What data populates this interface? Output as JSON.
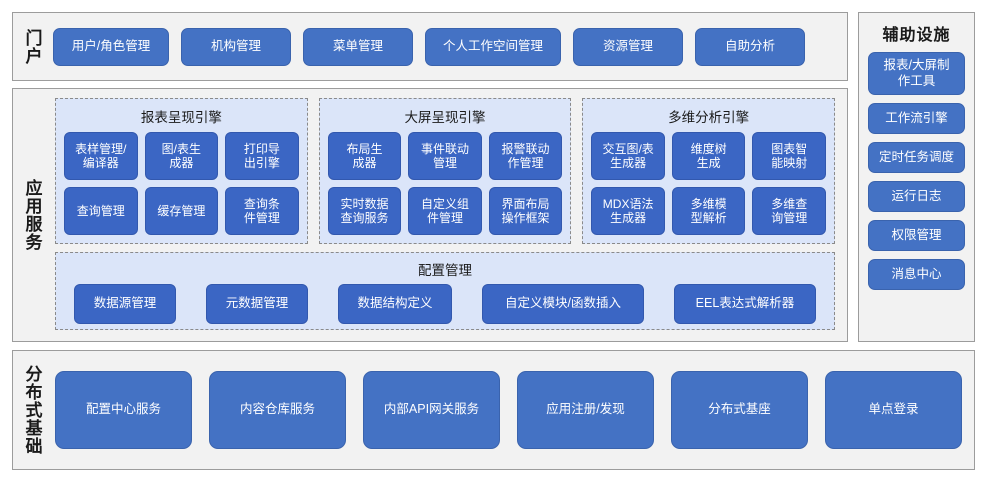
{
  "portal": {
    "label": "门户",
    "items": [
      {
        "label": "用户/角色管理",
        "width": 116
      },
      {
        "label": "机构管理",
        "width": 110
      },
      {
        "label": "菜单管理",
        "width": 110
      },
      {
        "label": "个人工作空间管理",
        "width": 136
      },
      {
        "label": "资源管理",
        "width": 110
      },
      {
        "label": "自助分析",
        "width": 110
      }
    ]
  },
  "aux": {
    "title": "辅助设施",
    "items": [
      {
        "label": "报表/大屏制\n作工具",
        "size": "tall"
      },
      {
        "label": "工作流引擎",
        "size": "short"
      },
      {
        "label": "定时任务调度",
        "size": "short"
      },
      {
        "label": "运行日志",
        "size": "short"
      },
      {
        "label": "权限管理",
        "size": "short"
      },
      {
        "label": "消息中心",
        "size": "short"
      }
    ]
  },
  "app_services": {
    "label": "应用服务",
    "engines": [
      {
        "title": "报表呈现引擎",
        "items": [
          "表样管理/\n编译器",
          "图/表生\n成器",
          "打印导\n出引擎",
          "查询管理",
          "缓存管理",
          "查询条\n件管理"
        ]
      },
      {
        "title": "大屏呈现引擎",
        "items": [
          "布局生\n成器",
          "事件联动\n管理",
          "报警联动\n作管理",
          "实时数据\n查询服务",
          "自定义组\n件管理",
          "界面布局\n操作框架"
        ]
      },
      {
        "title": "多维分析引擎",
        "items": [
          "交互图/表\n生成器",
          "维度树\n生成",
          "图表智\n能映射",
          "MDX语法\n生成器",
          "多维模\n型解析",
          "多维查\n询管理"
        ]
      }
    ],
    "config": {
      "title": "配置管理",
      "items": [
        {
          "label": "数据源管理",
          "width": 102
        },
        {
          "label": "元数据管理",
          "width": 102
        },
        {
          "label": "数据结构定义",
          "width": 114
        },
        {
          "label": "自定义模块/函数插入",
          "width": 162
        },
        {
          "label": "EEL表达式解析器",
          "width": 142
        }
      ]
    }
  },
  "distributed_base": {
    "label": "分布式基础",
    "items": [
      "配置中心服务",
      "内容仓库服务",
      "内部API网关服务",
      "应用注册/发现",
      "分布式基座",
      "单点登录"
    ]
  },
  "colors": {
    "button_fill": "#4472c4",
    "button_fill_deep": "#3b66c4",
    "panel_fill": "#dbe5f9",
    "section_fill": "#f2f2f2",
    "section_border": "#9c9c9c",
    "panel_border": "#8a8a8a",
    "text_light": "#ffffff",
    "text_dark": "#1a1a1a"
  }
}
